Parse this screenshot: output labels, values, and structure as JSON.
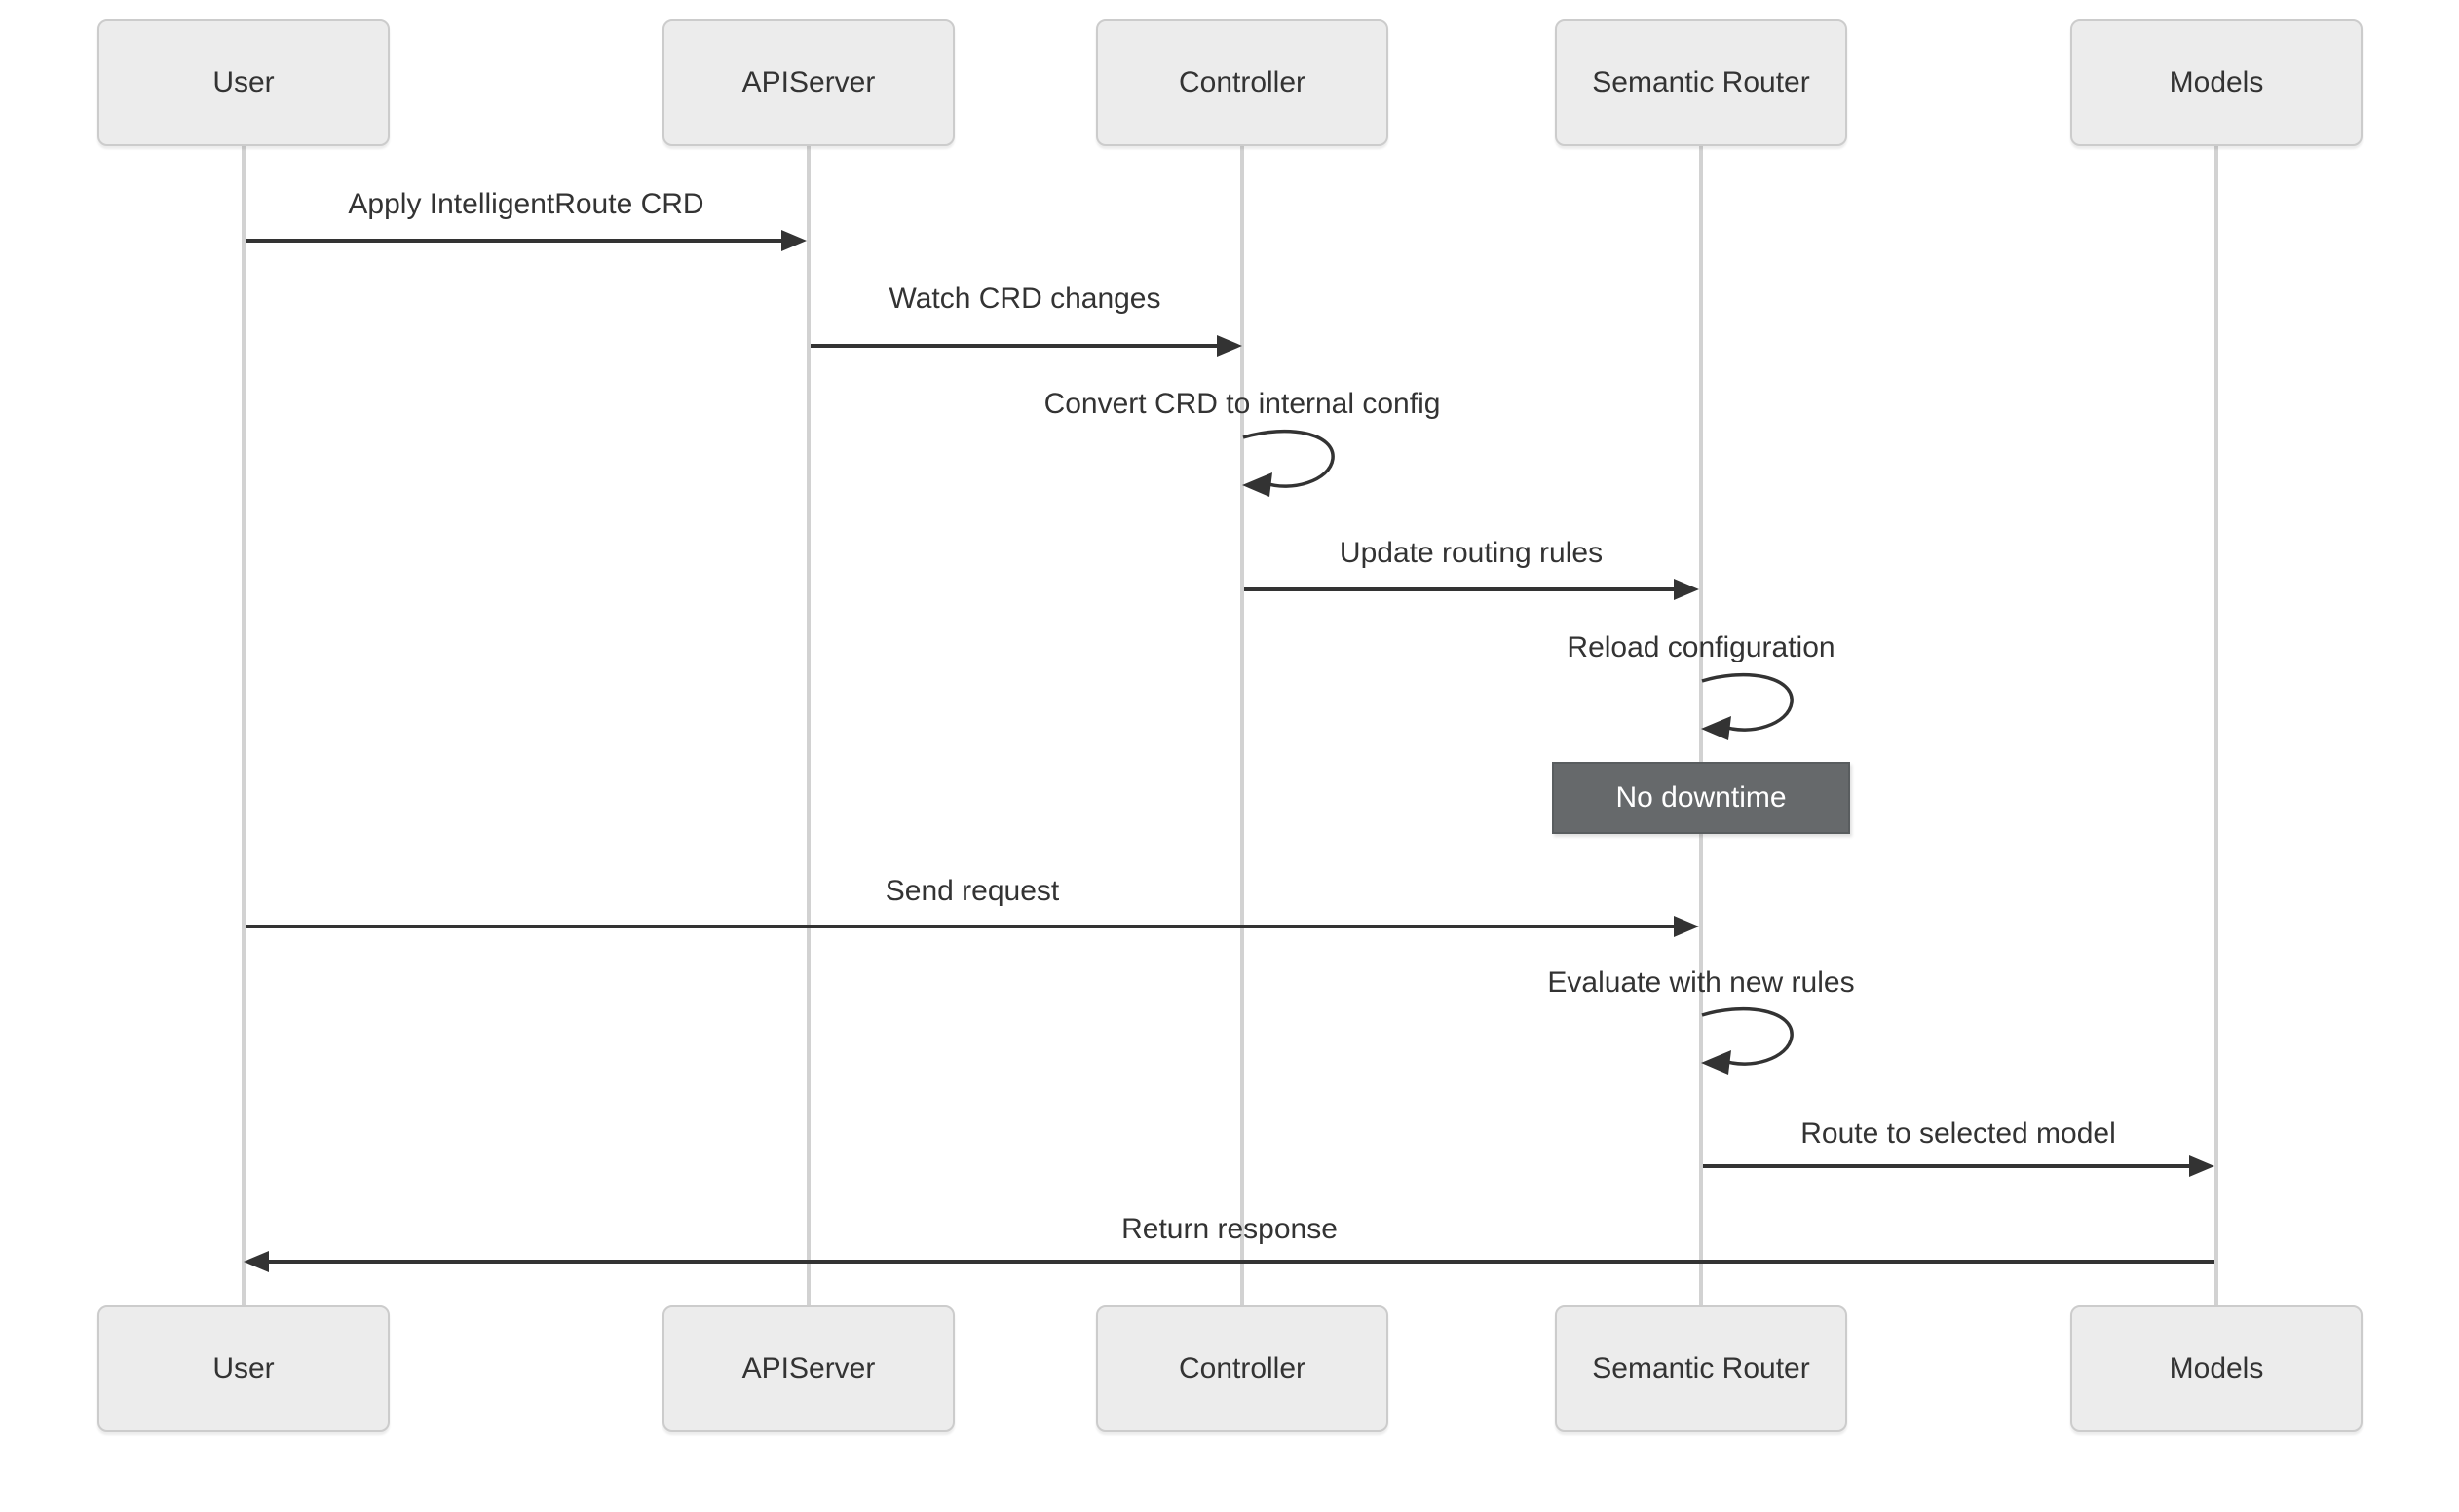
{
  "diagram": {
    "type": "sequence",
    "background_color": "#ffffff",
    "actors": [
      {
        "name": "User"
      },
      {
        "name": "APIServer"
      },
      {
        "name": "Controller"
      },
      {
        "name": "Semantic Router"
      },
      {
        "name": "Models"
      }
    ],
    "messages": [
      {
        "label": "Apply IntelligentRoute CRD",
        "from": "User",
        "to": "APIServer",
        "kind": "solid-arrow"
      },
      {
        "label": "Watch CRD changes",
        "from": "APIServer",
        "to": "Controller",
        "kind": "solid-arrow"
      },
      {
        "label": "Convert CRD to internal config",
        "from": "Controller",
        "to": "Controller",
        "kind": "self-loop"
      },
      {
        "label": "Update routing rules",
        "from": "Controller",
        "to": "Semantic Router",
        "kind": "solid-arrow"
      },
      {
        "label": "Reload configuration",
        "from": "Semantic Router",
        "to": "Semantic Router",
        "kind": "self-loop"
      },
      {
        "label": "Send request",
        "from": "User",
        "to": "Semantic Router",
        "kind": "solid-arrow"
      },
      {
        "label": "Evaluate with new rules",
        "from": "Semantic Router",
        "to": "Semantic Router",
        "kind": "self-loop"
      },
      {
        "label": "Route to selected model",
        "from": "Semantic Router",
        "to": "Models",
        "kind": "solid-arrow"
      },
      {
        "label": "Return response",
        "from": "Models",
        "to": "User",
        "kind": "solid-arrow"
      }
    ],
    "note": {
      "label": "No downtime",
      "over": "Semantic Router"
    },
    "colors": {
      "actor_fill": "#ececec",
      "actor_border": "#cccccc",
      "lifeline": "#d2d2d2",
      "line_and_text": "#333333",
      "note_fill": "#66696b",
      "note_border": "#595d5f",
      "note_text": "#ffffff"
    }
  }
}
